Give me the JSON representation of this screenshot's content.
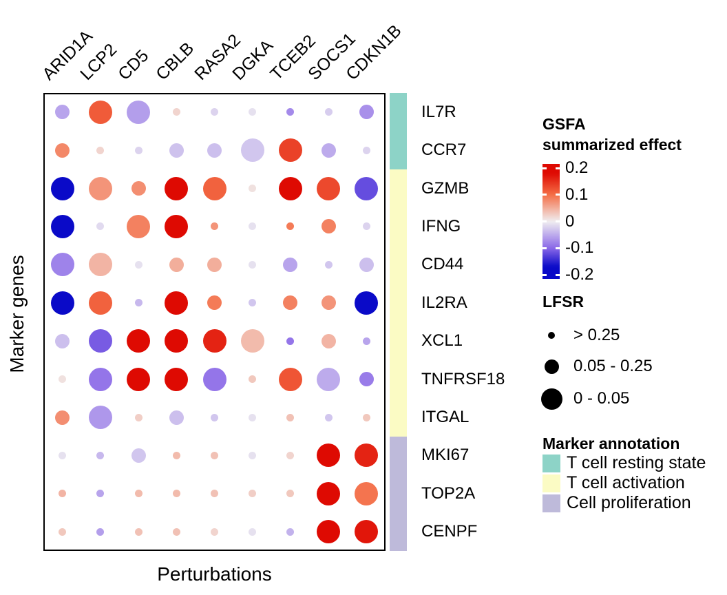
{
  "axes": {
    "x_title": "Perturbations",
    "y_title": "Marker genes"
  },
  "legend": {
    "effect_title_line1": "GSFA",
    "effect_title_line2": "summarized effect",
    "lfsr_title": "LFSR",
    "annotation_title": "Marker annotation"
  },
  "chart_data": {
    "type": "heatmap",
    "subtype": "dot-plot",
    "columns": [
      "ARID1A",
      "LCP2",
      "CD5",
      "CBLB",
      "RASA2",
      "DGKA",
      "TCEB2",
      "SOCS1",
      "CDKN1B"
    ],
    "rows": [
      "IL7R",
      "CCR7",
      "GZMB",
      "IFNG",
      "CD44",
      "IL2RA",
      "XCL1",
      "TNFRSF18",
      "ITGAL",
      "MKI67",
      "TOP2A",
      "CENPF"
    ],
    "row_groups": [
      {
        "label": "T cell resting state",
        "color": "#8DD3C7",
        "row_span": 2
      },
      {
        "label": "T cell activation",
        "color": "#FBFBC4",
        "row_span": 7
      },
      {
        "label": "Cell proliferation",
        "color": "#BEBADA",
        "row_span": 3
      }
    ],
    "effect_values": [
      [
        -0.055,
        0.115,
        -0.06,
        0.02,
        -0.02,
        -0.01,
        -0.075,
        -0.025,
        -0.07
      ],
      [
        0.08,
        0.02,
        -0.02,
        -0.033,
        -0.035,
        -0.03,
        0.135,
        -0.05,
        -0.02
      ],
      [
        -0.2,
        0.07,
        0.075,
        0.2,
        0.11,
        0.01,
        0.19,
        0.13,
        -0.12
      ],
      [
        -0.17,
        -0.015,
        0.085,
        0.18,
        0.07,
        -0.01,
        0.09,
        0.085,
        -0.02
      ],
      [
        -0.08,
        0.045,
        -0.01,
        0.05,
        0.05,
        -0.01,
        -0.055,
        -0.03,
        -0.035
      ],
      [
        -0.19,
        0.11,
        -0.04,
        0.19,
        0.09,
        -0.03,
        0.085,
        0.07,
        -0.19
      ],
      [
        -0.035,
        -0.11,
        0.2,
        0.2,
        0.16,
        0.04,
        -0.09,
        0.045,
        -0.055
      ],
      [
        0.01,
        -0.09,
        0.19,
        0.19,
        -0.09,
        0.03,
        0.12,
        -0.05,
        -0.085
      ],
      [
        0.075,
        -0.065,
        0.025,
        -0.035,
        -0.03,
        -0.01,
        0.035,
        -0.03,
        0.03
      ],
      [
        -0.01,
        -0.04,
        -0.03,
        0.04,
        0.035,
        -0.01,
        0.02,
        0.19,
        0.16
      ],
      [
        0.045,
        -0.055,
        0.04,
        0.04,
        0.035,
        0.025,
        0.03,
        0.19,
        0.095
      ],
      [
        0.03,
        -0.06,
        0.035,
        0.035,
        0.02,
        -0.01,
        -0.045,
        0.19,
        0.17
      ]
    ],
    "lfsr_bins": [
      [
        "M",
        "L",
        "L",
        "S",
        "S",
        "S",
        "S",
        "S",
        "M"
      ],
      [
        "M",
        "S",
        "S",
        "M",
        "M",
        "L",
        "L",
        "M",
        "S"
      ],
      [
        "L",
        "L",
        "M",
        "L",
        "L",
        "S",
        "L",
        "L",
        "L"
      ],
      [
        "L",
        "S",
        "L",
        "L",
        "S",
        "S",
        "S",
        "M",
        "S"
      ],
      [
        "L",
        "L",
        "S",
        "M",
        "M",
        "S",
        "M",
        "S",
        "M"
      ],
      [
        "L",
        "L",
        "S",
        "L",
        "M",
        "S",
        "M",
        "M",
        "L"
      ],
      [
        "M",
        "L",
        "L",
        "L",
        "L",
        "L",
        "S",
        "M",
        "S"
      ],
      [
        "S",
        "L",
        "L",
        "L",
        "L",
        "S",
        "L",
        "L",
        "M"
      ],
      [
        "M",
        "L",
        "S",
        "M",
        "S",
        "S",
        "S",
        "S",
        "S"
      ],
      [
        "S",
        "S",
        "M",
        "S",
        "S",
        "S",
        "S",
        "L",
        "L"
      ],
      [
        "S",
        "S",
        "S",
        "S",
        "S",
        "S",
        "S",
        "L",
        "L"
      ],
      [
        "S",
        "S",
        "S",
        "S",
        "S",
        "S",
        "S",
        "L",
        "L"
      ]
    ],
    "effect_scale": {
      "min": -0.2,
      "max": 0.2,
      "tick_labels": [
        "0.2",
        "0.1",
        "0",
        "-0.1",
        "-0.2"
      ]
    },
    "size_legend": [
      {
        "label": "> 0.25",
        "bin": "S"
      },
      {
        "label": "0.05 - 0.25",
        "bin": "M"
      },
      {
        "label": "0 - 0.05",
        "bin": "L"
      }
    ],
    "colors": {
      "positive_max": "#DE0A02",
      "negative_max": "#0A0AC8",
      "midpoint": "#F0EEF0"
    }
  }
}
